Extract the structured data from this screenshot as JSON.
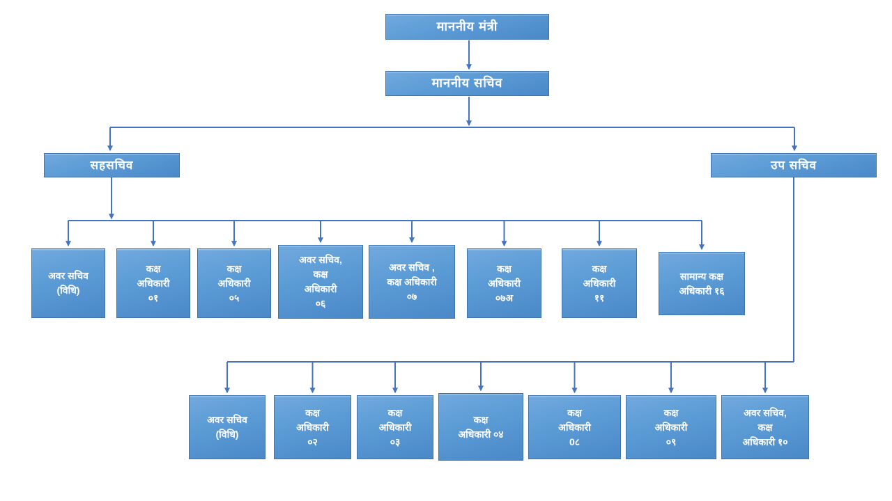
{
  "diagram": {
    "root": {
      "label": "माननीय मंत्री"
    },
    "secretary": {
      "label": "माननीय सचिव"
    },
    "joint_secretary": {
      "label": "सहसचिव"
    },
    "deputy_secretary": {
      "label": "उप सचिव"
    },
    "joint_secretary_children": [
      {
        "label": "अवर सचिव\n(विधि)"
      },
      {
        "label": "कक्ष\nअधिकारी\n०१"
      },
      {
        "label": "कक्ष\nअधिकारी\n०५"
      },
      {
        "label": "अवर सचिव,\nकक्ष\nअधिकारी\n०६"
      },
      {
        "label": "अवर सचिव ,\nकक्ष अधिकारी\n०७"
      },
      {
        "label": "कक्ष\nअधिकारी\n०७अ"
      },
      {
        "label": "कक्ष\nअधिकारी\n११"
      },
      {
        "label": "सामान्य कक्ष\nअधिकारी १६"
      }
    ],
    "deputy_secretary_children": [
      {
        "label": "अवर सचिव\n(विधि)"
      },
      {
        "label": "कक्ष\nअधिकारी\n०२"
      },
      {
        "label": "कक्ष\nअधिकारी\n०३"
      },
      {
        "label": "कक्ष\nअधिकारी ०४"
      },
      {
        "label": "कक्ष\nअधिकारी\n0८"
      },
      {
        "label": "कक्ष\nअधिकारी\n०९"
      },
      {
        "label": "अवर सचिव,\nकक्ष\nअधिकारी १०"
      }
    ]
  },
  "colors": {
    "box_fill_light": "#71A9DE",
    "box_fill_main": "#5B9BD5",
    "box_fill_dark": "#4A88C8",
    "box_border": "#3E73AB",
    "connector": "#4472C4",
    "text": "#FFFFFF",
    "background": "#FFFFFF"
  }
}
